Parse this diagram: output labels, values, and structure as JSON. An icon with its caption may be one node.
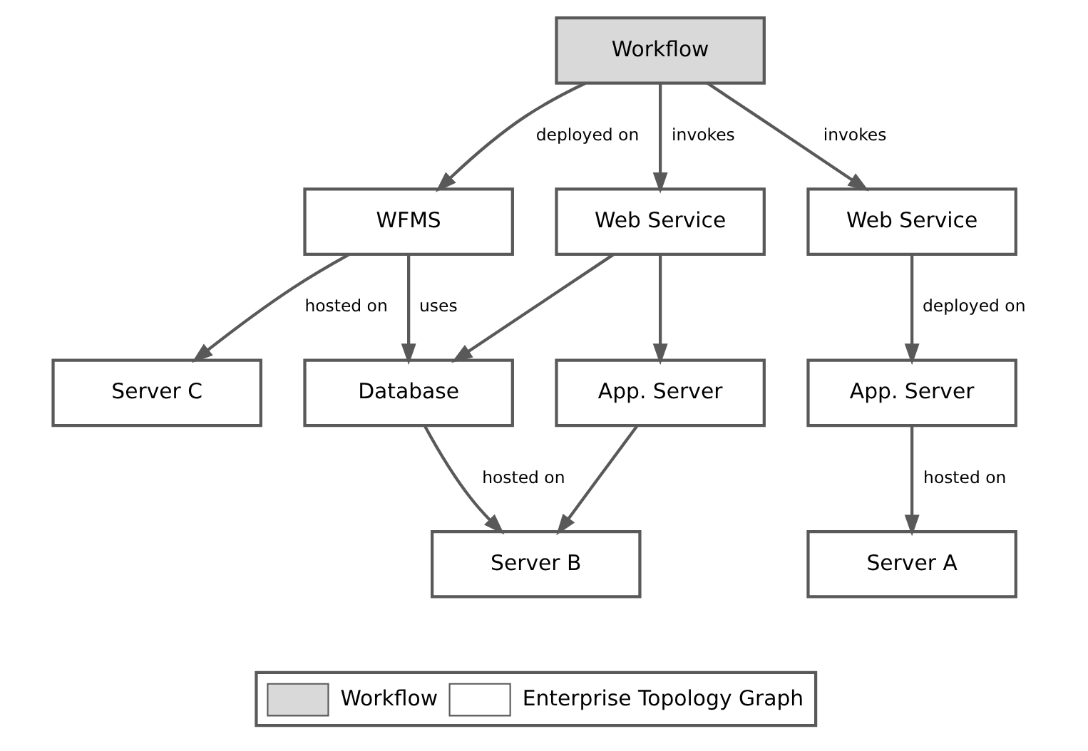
{
  "diagram": {
    "nodes": [
      {
        "text": [
          "Workflow"
        ]
      },
      {
        "text": [
          "WFMS"
        ]
      },
      {
        "text": [
          "Web Service"
        ]
      },
      {
        "text": [
          "Web Service"
        ]
      },
      {
        "text": [
          "Database"
        ]
      },
      {
        "text": [
          "App. Server"
        ]
      },
      {
        "text": [
          "App. Server"
        ]
      },
      {
        "text": [
          "Server C"
        ]
      },
      {
        "text": [
          "Server B"
        ]
      },
      {
        "text": [
          "Server A"
        ]
      }
    ],
    "edges": [
      {
        "from": 0,
        "to": 1,
        "arrow": "to",
        "label": "deployed on"
      },
      {
        "from": 0,
        "to": 2,
        "arrow": "to",
        "label": "invokes"
      },
      {
        "from": 0,
        "to": 3,
        "arrow": "to",
        "label": "invokes"
      },
      {
        "from": 1,
        "to": 4,
        "arrow": "to",
        "label": "uses"
      },
      {
        "from": 2,
        "to": 4,
        "arrow": "to"
      },
      {
        "from": 2,
        "to": 5,
        "arrow": "to"
      },
      {
        "from": 3,
        "to": 6,
        "arrow": "to",
        "label": "deployed on"
      },
      {
        "from": 1,
        "to": 7,
        "arrow": "to",
        "label": "hosted on"
      },
      {
        "from": 4,
        "to": 8,
        "arrow": "to",
        "label": "hosted on"
      },
      {
        "from": 5,
        "to": 8,
        "arrow": "to"
      },
      {
        "from": 6,
        "to": 9,
        "arrow": "to",
        "label": "hosted on"
      }
    ],
    "legend": [
      {
        "text": "Workflow",
        "color": "#d9d9d9"
      },
      {
        "text": "Enterprise Topology Graph",
        "color": "#ffffff"
      }
    ]
  }
}
